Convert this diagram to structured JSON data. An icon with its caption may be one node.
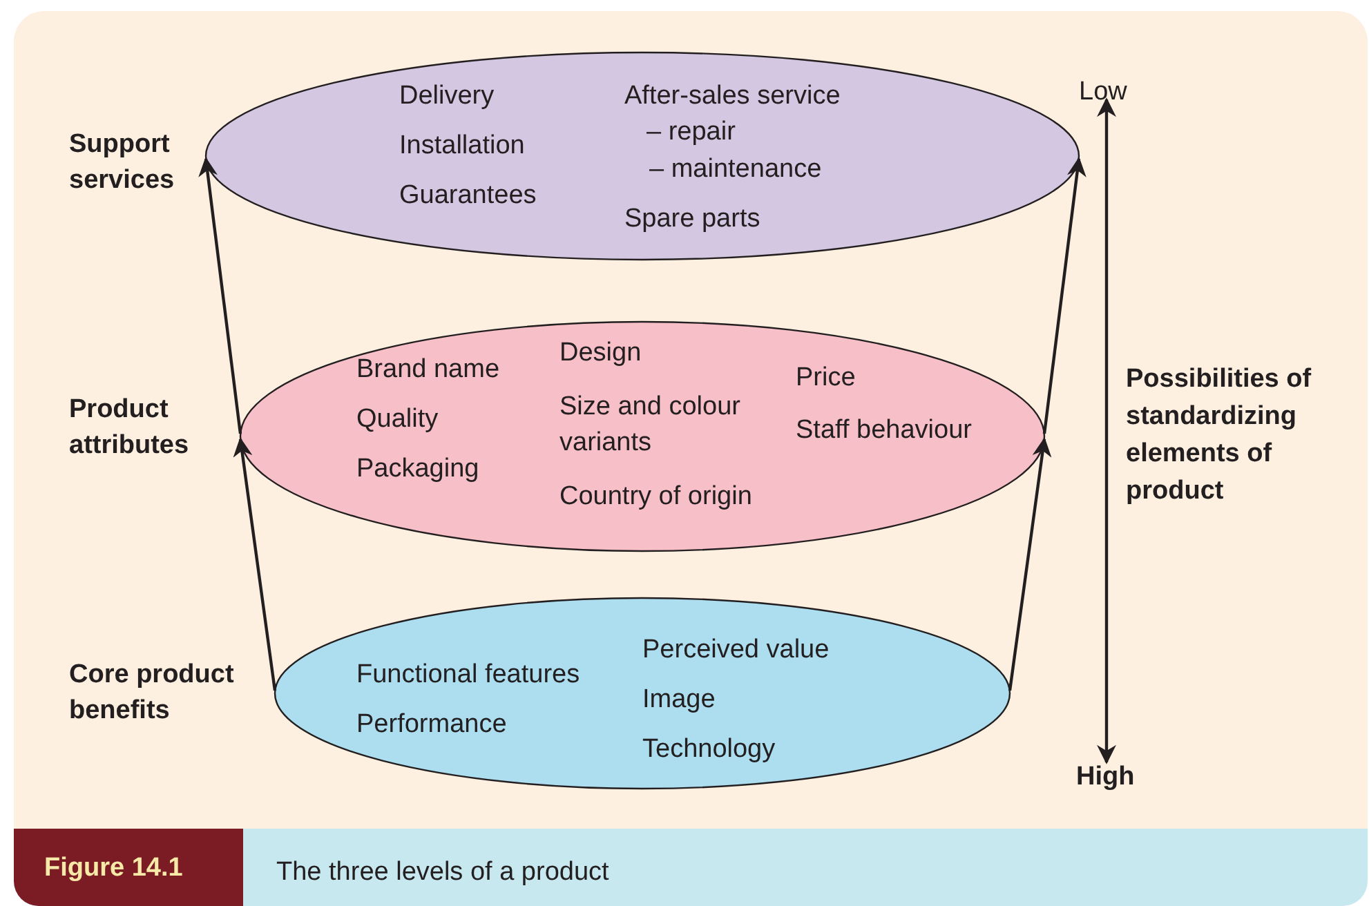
{
  "diagram": {
    "caption": "The three levels of a product",
    "nodes": [
      {
        "text": [
          "Delivery",
          "Installation",
          "Guarantees",
          "After-sales service",
          "– repair",
          "– maintenance",
          "Spare parts"
        ],
        "beside": [
          "Support services"
        ]
      },
      {
        "text": [
          "Brand name",
          "Quality",
          "Packaging",
          "Design",
          "Size and colour variants",
          "Country of origin",
          "Price",
          "Staff behaviour"
        ],
        "beside": [
          "Product attributes"
        ]
      },
      {
        "text": [
          "Functional features",
          "Performance",
          "Perceived value",
          "Image",
          "Technology"
        ],
        "beside": [
          "Core product benefits"
        ]
      }
    ],
    "edges": [
      {
        "from": 2,
        "to": 1,
        "arrow": "to"
      },
      {
        "from": 2,
        "to": 1,
        "arrow": "to"
      },
      {
        "from": 1,
        "to": 0,
        "arrow": "to"
      },
      {
        "from": 1,
        "to": 0,
        "arrow": "to"
      }
    ],
    "labels": [
      "Low",
      "Possibilities of standardizing elements of product",
      "High",
      "Figure 14.1"
    ]
  }
}
